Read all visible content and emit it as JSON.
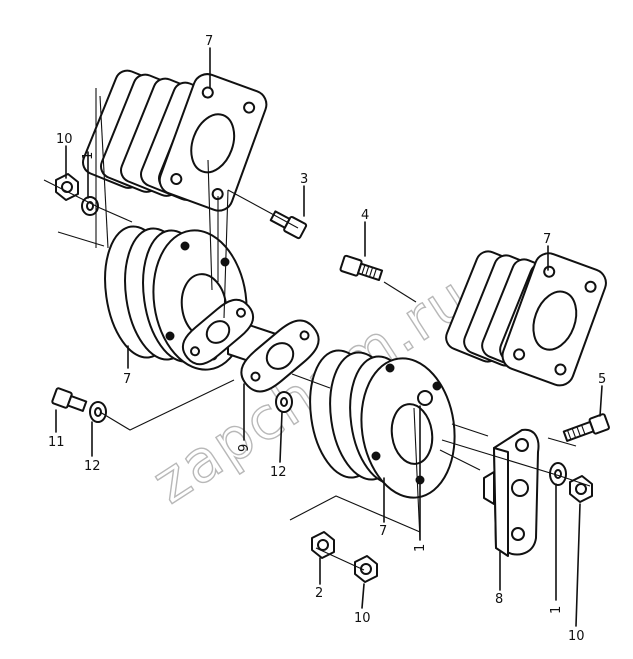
{
  "watermark": "zapcham.ru",
  "callouts": [
    {
      "id": "c7a",
      "text": "7"
    },
    {
      "id": "c10a",
      "text": "10"
    },
    {
      "id": "c1a",
      "text": "1"
    },
    {
      "id": "c3",
      "text": "3"
    },
    {
      "id": "c4",
      "text": "4"
    },
    {
      "id": "c7b",
      "text": "7"
    },
    {
      "id": "c7c",
      "text": "7"
    },
    {
      "id": "c5",
      "text": "5"
    },
    {
      "id": "c11",
      "text": "11"
    },
    {
      "id": "c12a",
      "text": "12"
    },
    {
      "id": "c9",
      "text": "9"
    },
    {
      "id": "c12b",
      "text": "12"
    },
    {
      "id": "c7d",
      "text": "7"
    },
    {
      "id": "c1b",
      "text": "1"
    },
    {
      "id": "c8",
      "text": "8"
    },
    {
      "id": "c1c",
      "text": "1"
    },
    {
      "id": "c2",
      "text": "2"
    },
    {
      "id": "c10b",
      "text": "10"
    },
    {
      "id": "c10c",
      "text": "10"
    }
  ]
}
